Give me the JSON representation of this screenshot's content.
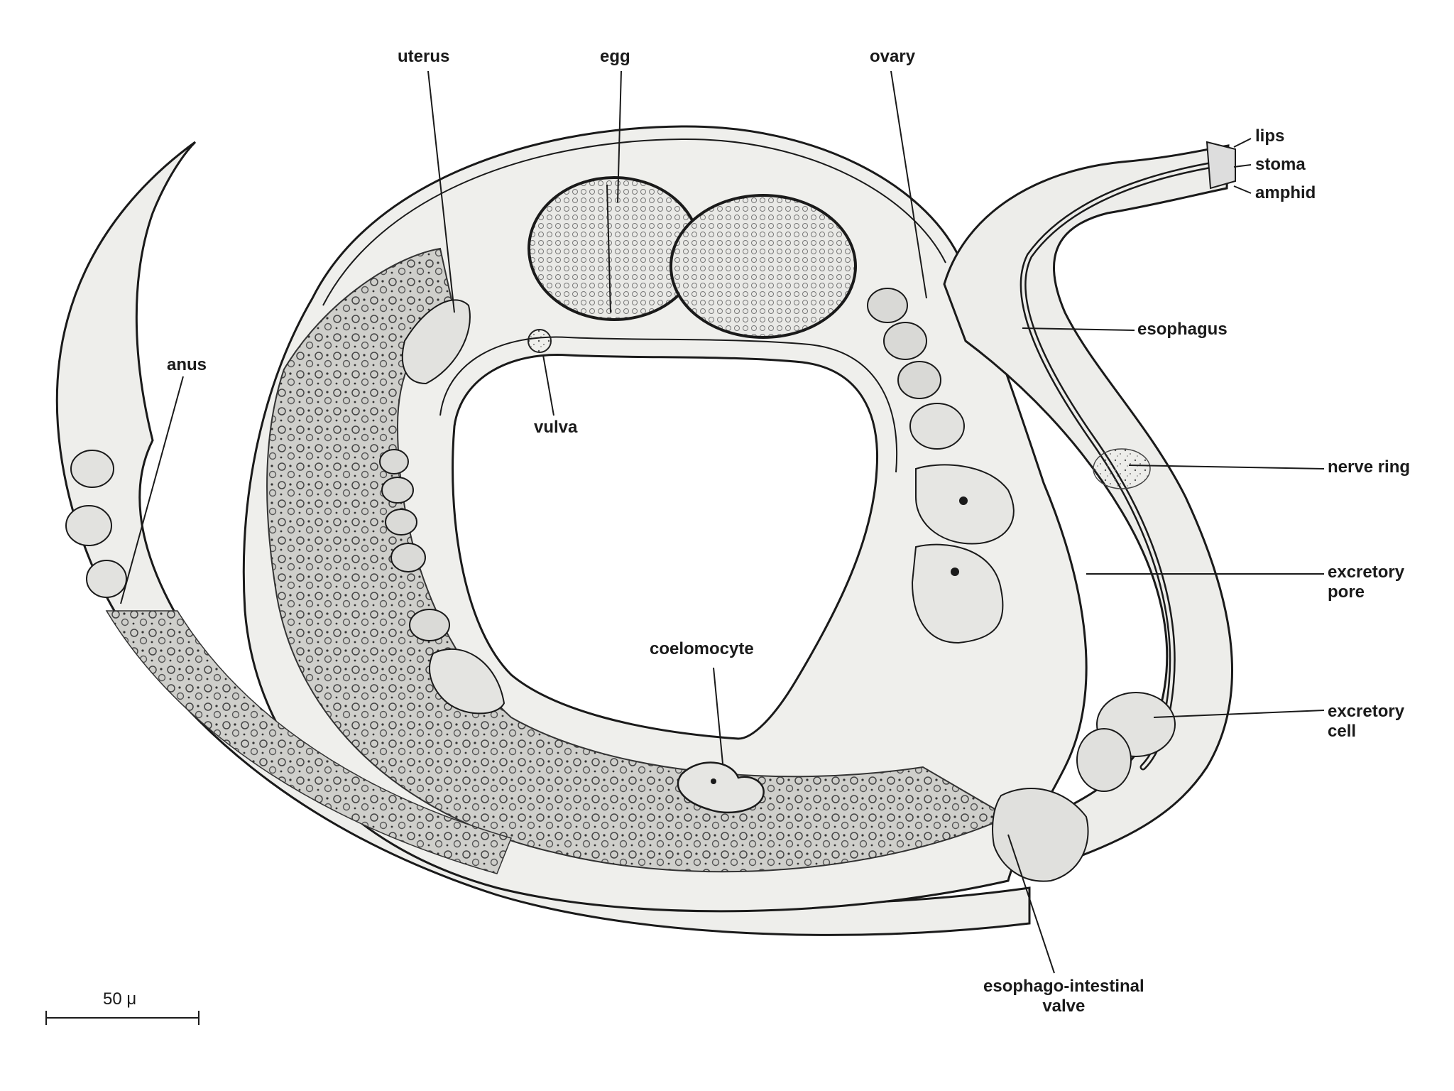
{
  "labels": {
    "uterus": "uterus",
    "egg": "egg",
    "ovary": "ovary",
    "anus": "anus",
    "vulva": "vulva",
    "lips": "lips",
    "stoma": "stoma",
    "amphid": "amphid",
    "esophagus": "esophagus",
    "nerve_ring": "nerve ring",
    "excretory_pore_1": "excretory",
    "excretory_pore_2": "pore",
    "excretory_cell_1": "excretory",
    "excretory_cell_2": "cell",
    "coelomocyte": "coelomocyte",
    "valve_1": "esophago-intestinal",
    "valve_2": "valve"
  },
  "scale_bar": {
    "label": "50 μ"
  },
  "colors": {
    "ink": "#1a1a1a",
    "body_fill": "#f1f1ef",
    "gut_fill": "#c9c9c5",
    "cell_fill": "#e4e4e1",
    "background": "#ffffff"
  }
}
